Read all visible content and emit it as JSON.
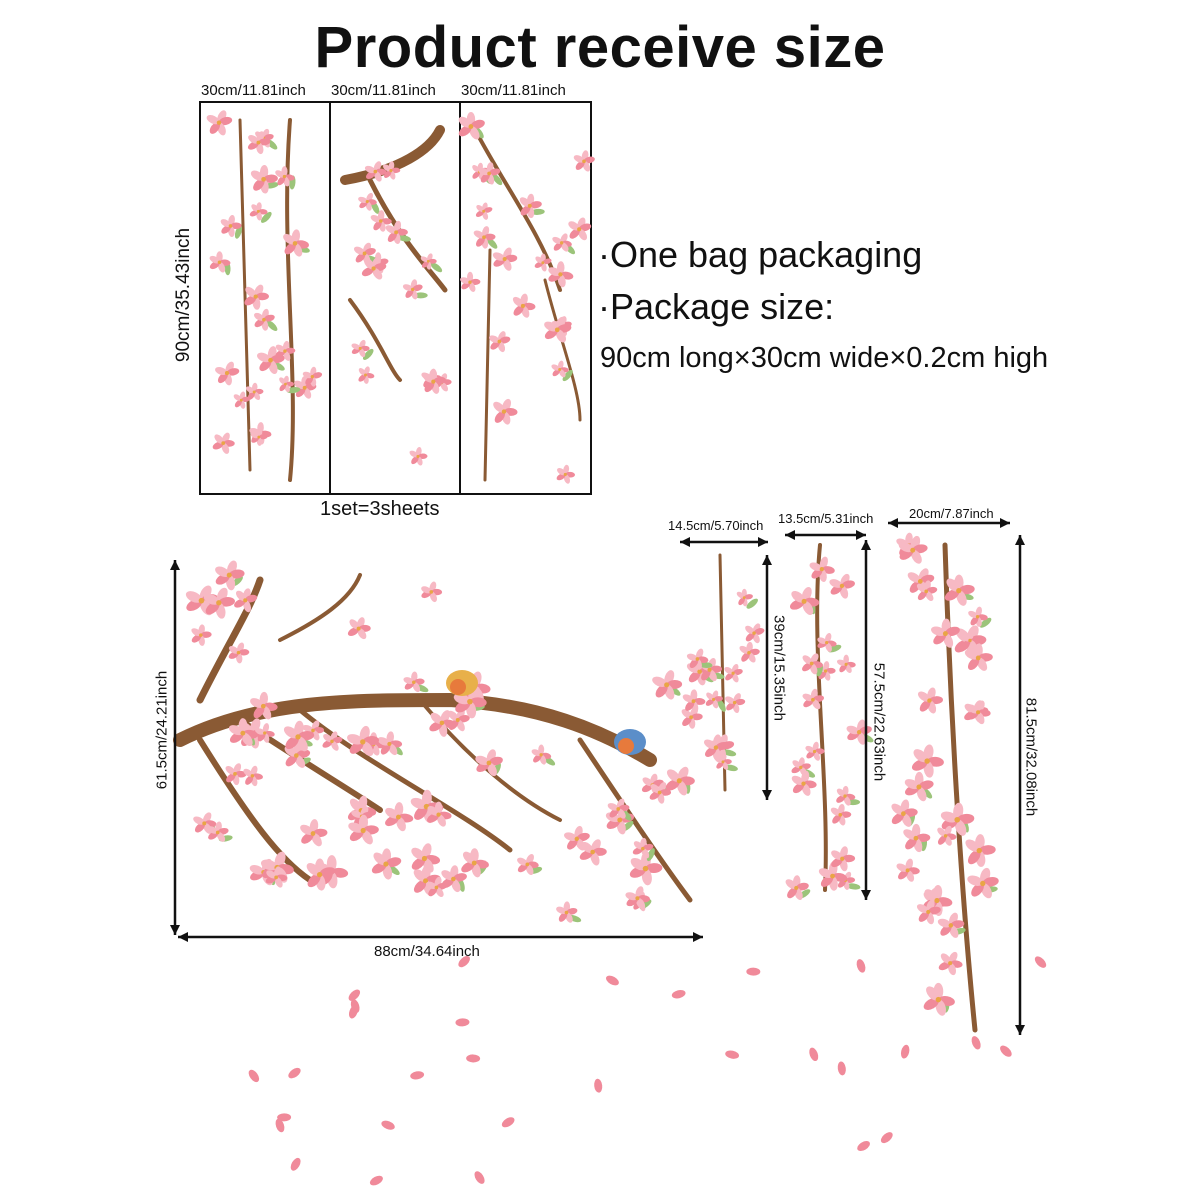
{
  "title": "Product receive size",
  "sheets": {
    "widths": [
      "30cm/11.81inch",
      "30cm/11.81inch",
      "30cm/11.81inch"
    ],
    "height": "90cm/35.43inch",
    "set_note": "1set=3sheets"
  },
  "package": {
    "line1": "·One bag packaging",
    "line2": "·Package size:",
    "line3": "90cm long×30cm wide×0.2cm high"
  },
  "branch": {
    "height": "61.5cm/24.21inch",
    "width": "88cm/34.64inch"
  },
  "hanging": [
    {
      "width": "14.5cm/5.70inch",
      "height": "39cm/15.35inch"
    },
    {
      "width": "13.5cm/5.31inch",
      "height": "57.5cm/22.63inch"
    },
    {
      "width": "20cm/7.87inch",
      "height": "81.5cm/32.08inch"
    }
  ],
  "colors": {
    "blossom": "#f08a9a",
    "blossom_light": "#f7b9c4",
    "branch": "#8a5a34",
    "leaf": "#9cc47a",
    "line": "#111111"
  }
}
